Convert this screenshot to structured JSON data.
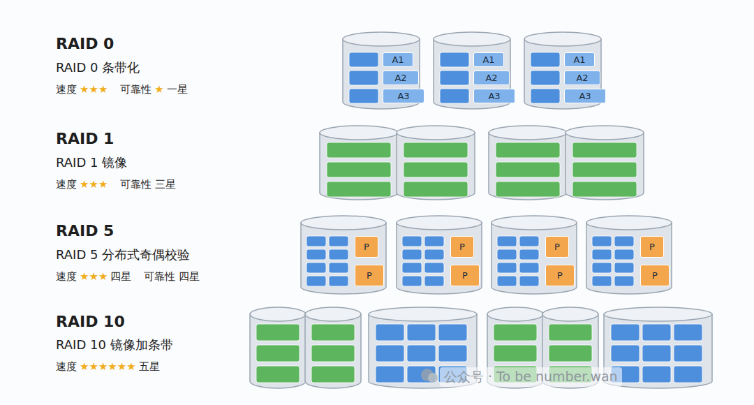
{
  "diagram": {
    "nodes": [
      {
        "text": [
          "A1",
          "A2",
          "A3"
        ]
      },
      {
        "text": [
          "A1",
          "A2",
          "A3"
        ]
      },
      {
        "text": [
          "A1",
          "A2",
          "A3"
        ]
      },
      {
        "text": [
          "P",
          "P"
        ]
      },
      {
        "text": [
          "P",
          "P"
        ]
      },
      {
        "text": [
          "P",
          "P"
        ]
      },
      {
        "text": [
          "P",
          "P"
        ]
      }
    ],
    "labels": [
      "RAID 0",
      "RAID 0 条带化",
      "速度",
      "★★★",
      "可靠性",
      "★",
      "一星",
      "RAID 1",
      "RAID 1 镜像",
      "速度",
      "★★★",
      "可靠性 三星",
      "RAID 5",
      "RAID 5 分布式奇偶校验",
      "速度",
      "★★★",
      "四星",
      "可靠性 四星",
      "RAID 10",
      "RAID 10 镜像加条带",
      "速度",
      "★★★★★★",
      "五星",
      "公众号 · To be number.wan"
    ]
  }
}
